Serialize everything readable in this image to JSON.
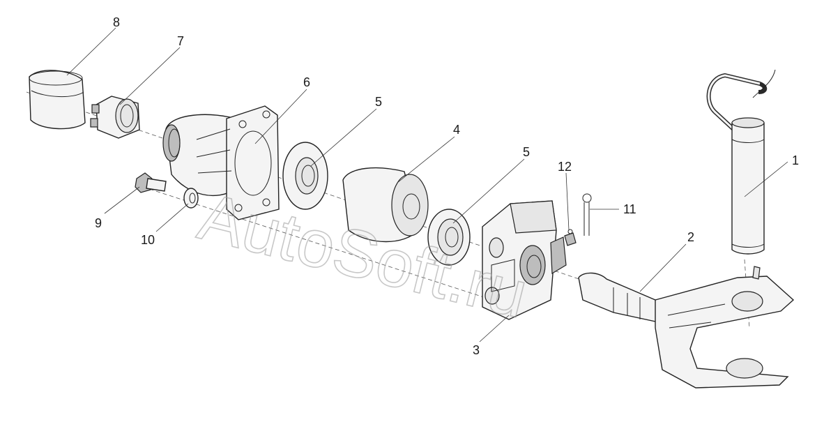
{
  "watermark": "AutoSoft.ru",
  "callouts": [
    {
      "id": "c1",
      "label": "1"
    },
    {
      "id": "c2",
      "label": "2"
    },
    {
      "id": "c3",
      "label": "3"
    },
    {
      "id": "c4",
      "label": "4"
    },
    {
      "id": "c5a",
      "label": "5"
    },
    {
      "id": "c5b",
      "label": "5"
    },
    {
      "id": "c6",
      "label": "6"
    },
    {
      "id": "c7",
      "label": "7"
    },
    {
      "id": "c8",
      "label": "8"
    },
    {
      "id": "c9",
      "label": "9"
    },
    {
      "id": "c10",
      "label": "10"
    },
    {
      "id": "c11",
      "label": "11"
    },
    {
      "id": "c12",
      "label": "12"
    }
  ]
}
